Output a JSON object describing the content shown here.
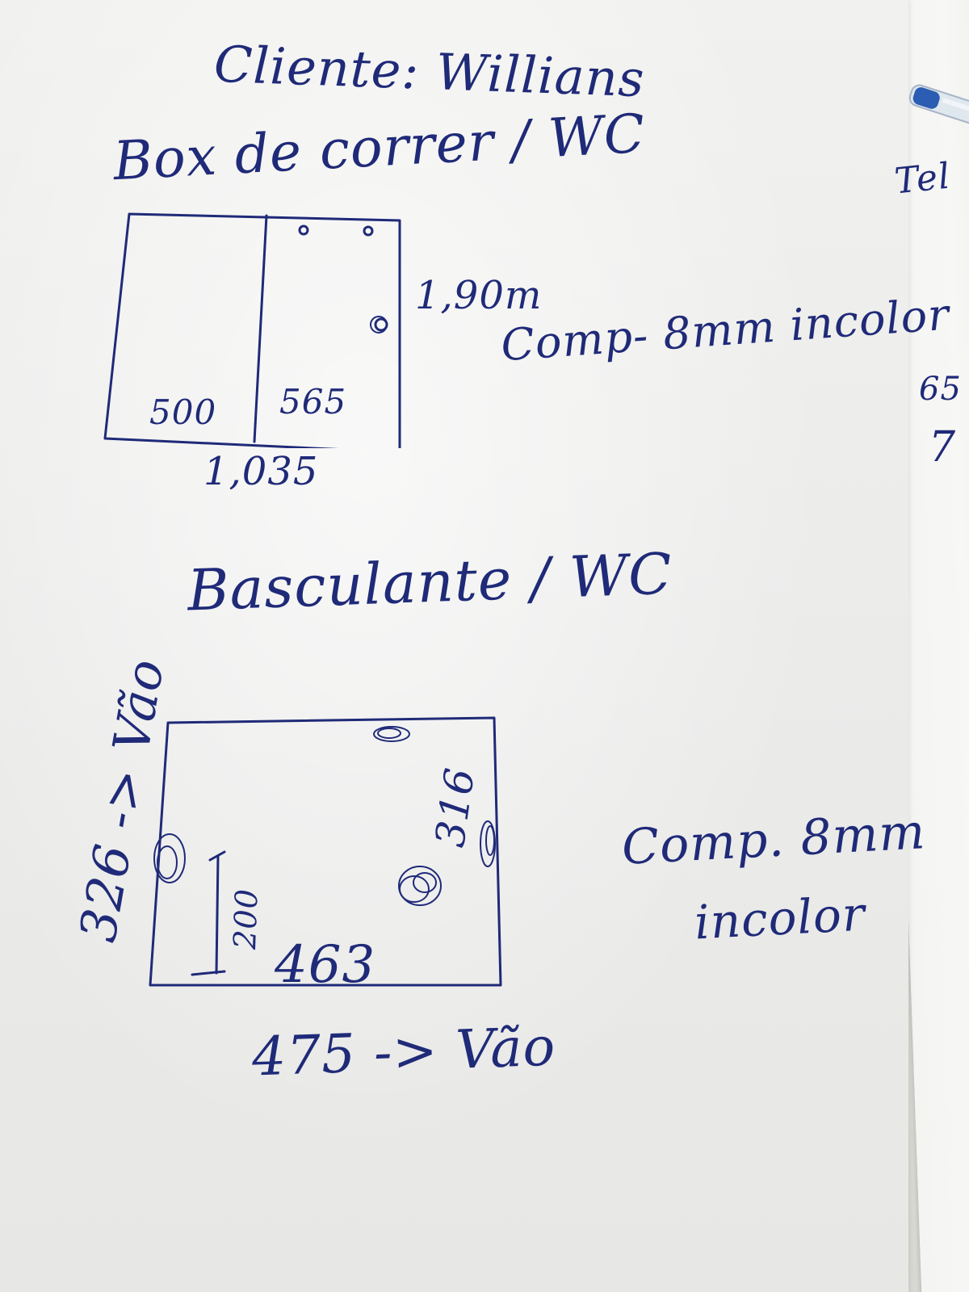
{
  "image_type": "handwritten note on paper",
  "ink_color": "#1f2a78",
  "header": {
    "client": "Cliente: Willians",
    "section1": "Box de correr / WC"
  },
  "diagram1": {
    "panel_left": "500",
    "panel_right": "565",
    "width_total": "1,035",
    "height": "1,90m",
    "note": "Comp- 8mm incolor"
  },
  "section2_title": "Basculante / WC",
  "diagram2": {
    "left_side_label": "326 -> Vão",
    "inner_height": "316",
    "inner_width": "463",
    "dimension_200": "200",
    "bottom_label": "475 -> Vão",
    "note_line1": "Comp. 8mm",
    "note_line2": "incolor"
  },
  "edge_marks": [
    "Tel",
    "65",
    "7"
  ]
}
